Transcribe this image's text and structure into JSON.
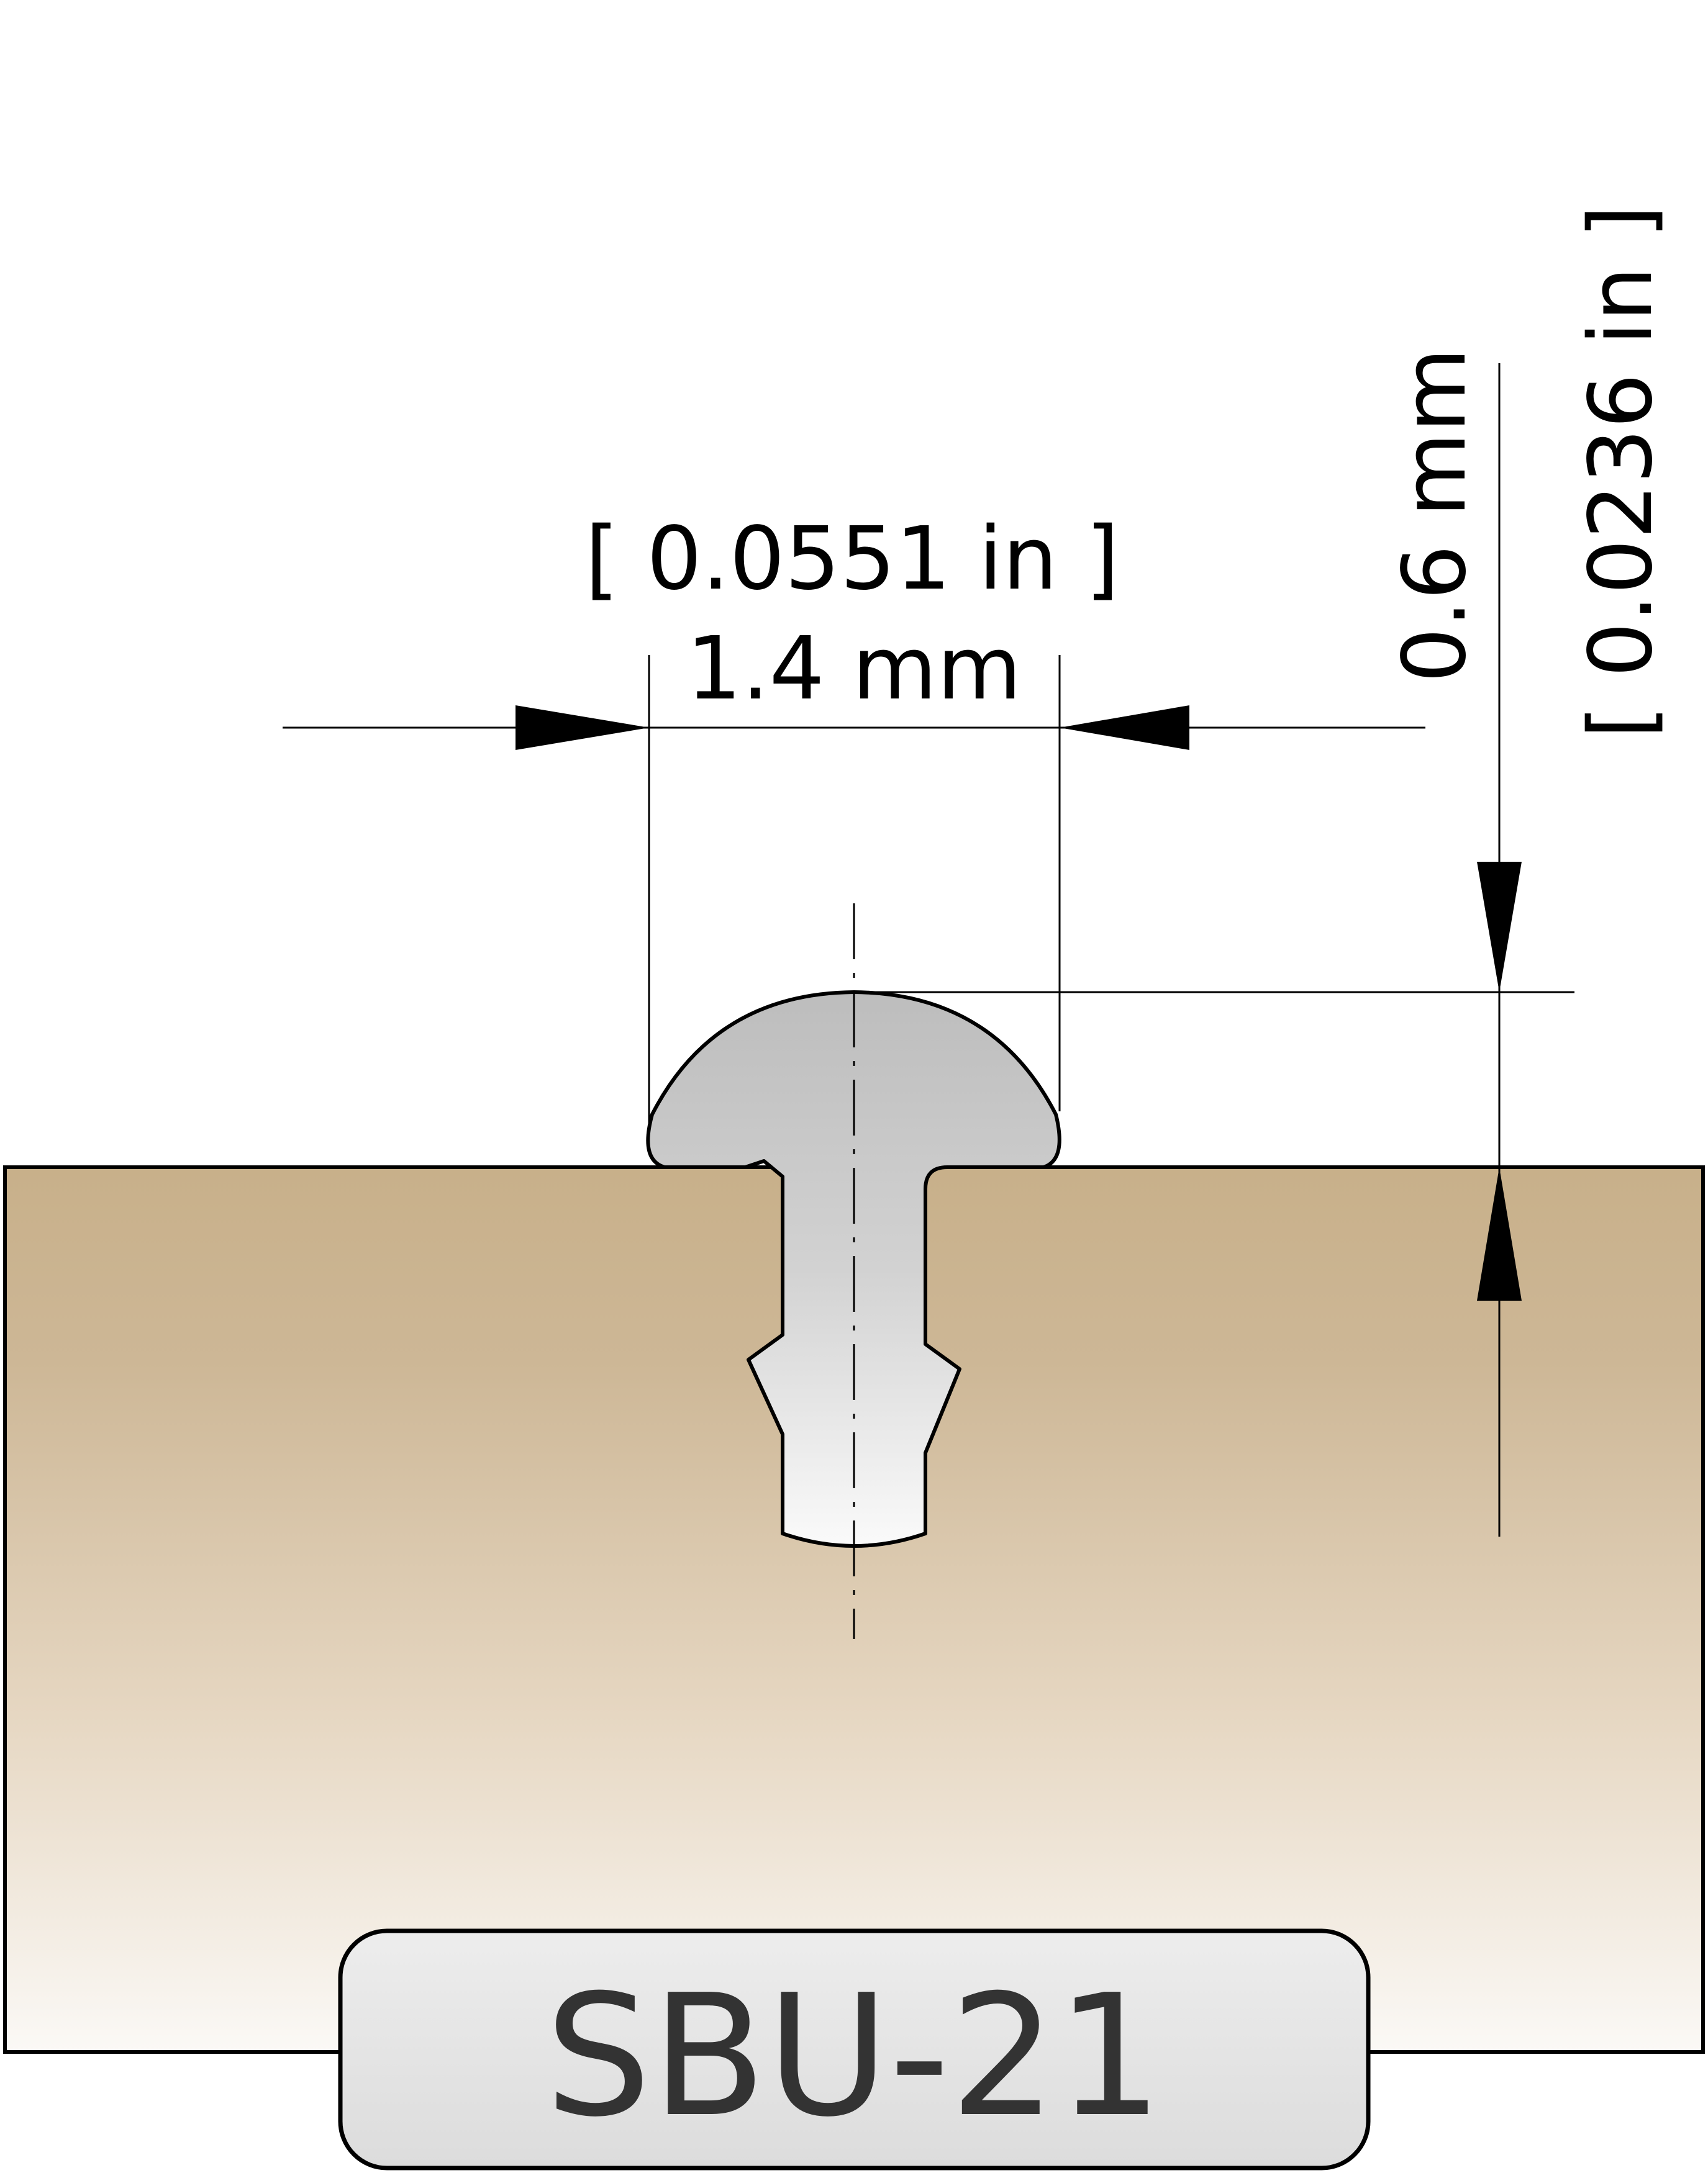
{
  "dimensions": {
    "width": {
      "mm": "1.4 mm",
      "inch": "[ 0.0551 in ]"
    },
    "height": {
      "mm": "0.6 mm",
      "inch": "[ 0.0236 in ]"
    }
  },
  "model_label": "SBU-21",
  "colors": {
    "base_top": "#c8b08a",
    "base_bottom": "#fbf9f6",
    "fret": "#c4c4c4",
    "label_box": "#e6e6e6",
    "outline": "#000000"
  }
}
